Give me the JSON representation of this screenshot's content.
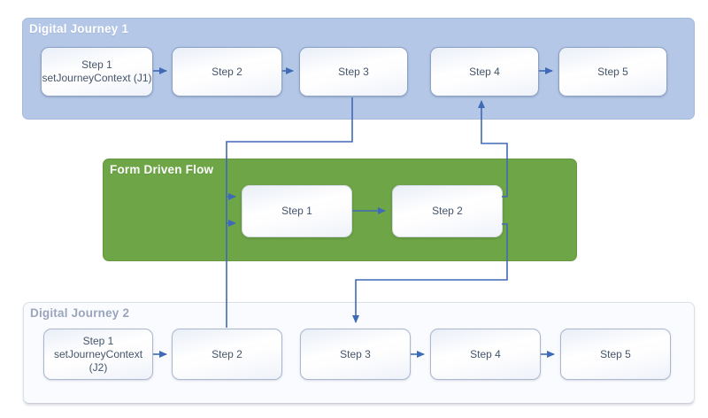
{
  "colors": {
    "connector": "#3f6ab5",
    "journey_fill": "#b4c7e7",
    "journey_border": "#a3b9de",
    "title_on_blue": "#ffffff",
    "green_fill": "#6ea647",
    "green_border": "#65993f",
    "title_on_green": "#ffffff",
    "dj2_fill": "#fafbfe",
    "dj2_border": "#dcdfe6",
    "dj2_border_dark": "#c9ced7",
    "dj2_title": "#9aa5bb",
    "box_text": "#44546a",
    "box_border": "#8ca1c6",
    "box_border_flow": "#d3d9e2",
    "box_border_light": "#abb7cf"
  },
  "containers": {
    "journey1": {
      "title": "Digital Journey 1",
      "steps": [
        {
          "label": "Step 1",
          "sublabel": "setJourneyContext (J1)"
        },
        {
          "label": "Step 2"
        },
        {
          "label": "Step 3"
        },
        {
          "label": "Step 4"
        },
        {
          "label": "Step 5"
        }
      ]
    },
    "form_flow": {
      "title": "Form Driven Flow",
      "steps": [
        {
          "label": "Step 1"
        },
        {
          "label": "Step 2"
        }
      ]
    },
    "journey2": {
      "title": "Digital Journey 2",
      "steps": [
        {
          "label": "Step 1",
          "sublabel": "setJourneyContext (J2)"
        },
        {
          "label": "Step 2"
        },
        {
          "label": "Step 3"
        },
        {
          "label": "Step 4"
        },
        {
          "label": "Step 5"
        }
      ]
    }
  },
  "connections": [
    {
      "from": "journey1.step1",
      "to": "journey1.step2"
    },
    {
      "from": "journey1.step2",
      "to": "journey1.step3"
    },
    {
      "from": "journey1.step4",
      "to": "journey1.step5"
    },
    {
      "from": "journey1.step3",
      "to": "form_flow.step1"
    },
    {
      "from": "journey2.step2",
      "to": "form_flow.step1"
    },
    {
      "from": "form_flow.step1",
      "to": "form_flow.step2"
    },
    {
      "from": "form_flow.step2",
      "to": "journey1.step4"
    },
    {
      "from": "form_flow.step2",
      "to": "journey2.step3"
    },
    {
      "from": "journey2.step1",
      "to": "journey2.step2"
    },
    {
      "from": "journey2.step3",
      "to": "journey2.step4"
    },
    {
      "from": "journey2.step4",
      "to": "journey2.step5"
    }
  ]
}
